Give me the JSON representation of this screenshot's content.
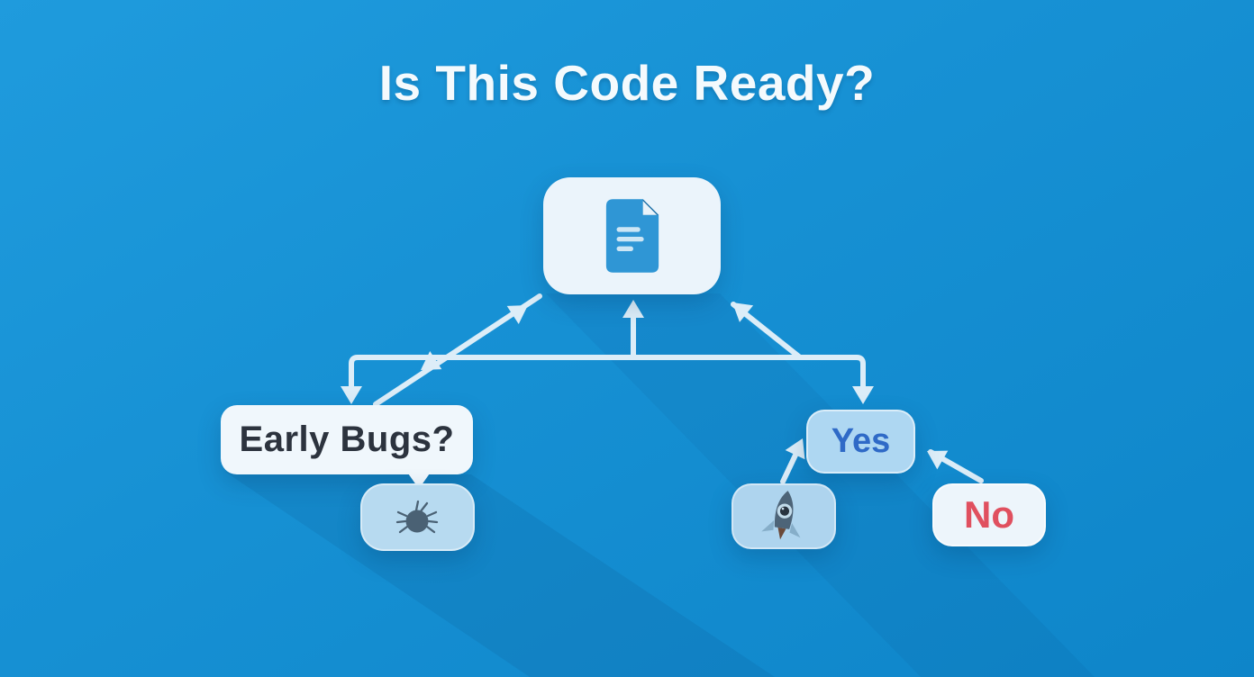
{
  "title": "Is This Code Ready?",
  "nodes": {
    "code_file": {
      "icon": "document-icon"
    },
    "early_bugs": {
      "label": "Early Bugs?"
    },
    "bug": {
      "icon": "bug-icon"
    },
    "yes": {
      "label": "Yes"
    },
    "rocket": {
      "icon": "rocket-icon"
    },
    "no": {
      "label": "No"
    }
  },
  "colors": {
    "background_top": "#1f9bdd",
    "background_bottom": "#0e85c9",
    "connector": "#dcedf8",
    "node_light": "#f0f7fc",
    "node_blue": "#aed7f2",
    "title_text": "#f4fafd",
    "question_text": "#2c333e",
    "yes_text": "#2f6ac7",
    "no_text": "#e0505f",
    "document_icon": "#2f96d5",
    "bug_icon": "#4a6174",
    "rocket_icon": "#4d6478"
  }
}
